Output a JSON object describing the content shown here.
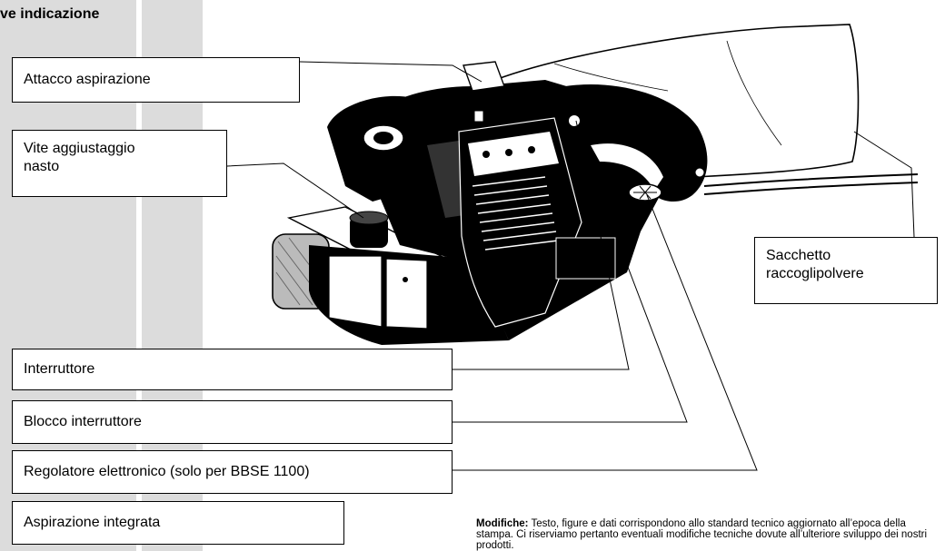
{
  "header": {
    "title": "ve indicazione"
  },
  "labels": {
    "attacco": "Attacco aspirazione",
    "vite": "Vite aggiustaggio\nnasto",
    "sacchetto": "Sacchetto\nraccoglipolvere",
    "interruttore": "Interruttore",
    "blocco": "Blocco interruttore",
    "regolatore": "Regolatore elettronico (solo per  BBSE 1100)",
    "aspirazione": "Aspirazione integrata"
  },
  "footnote": {
    "bold": "Modifiche:",
    "text": " Testo, figure e dati corrispondono allo standard tecnico aggiornato all’epoca della stampa. Ci riserviamo pertanto eventuali modifiche tecniche dovute all’ulteriore sviluppo dei nostri prodotti."
  }
}
